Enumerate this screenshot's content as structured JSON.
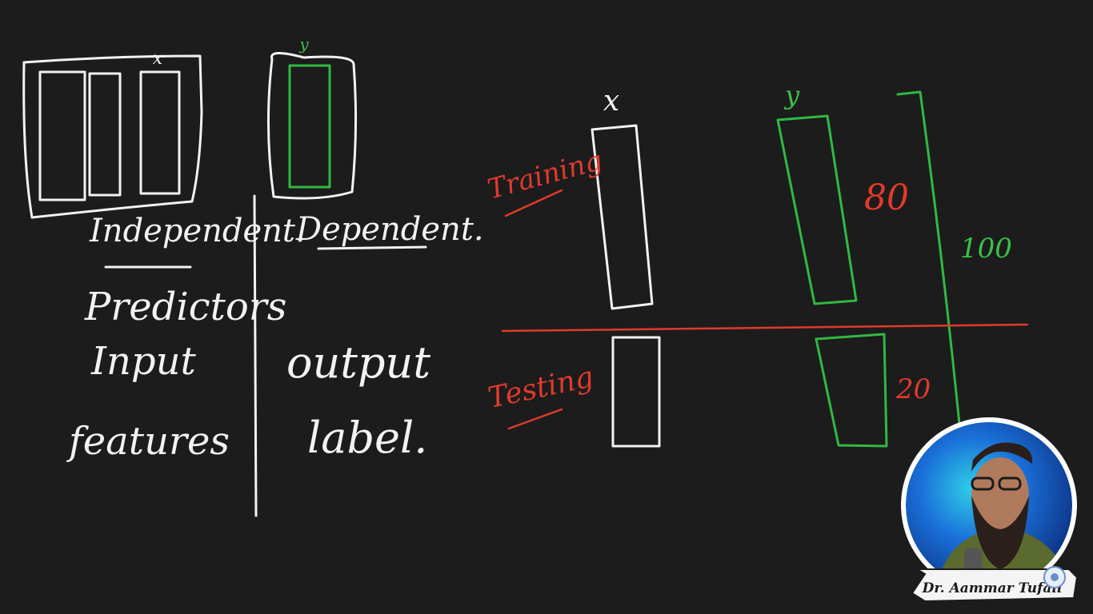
{
  "left_panel": {
    "x_label": "x",
    "y_label": "y",
    "independent_heading": "Independent.",
    "dependent_heading": "Dependent.",
    "independent_terms": [
      "Predictors",
      "Input",
      "features"
    ],
    "dependent_terms": [
      "output",
      "label."
    ]
  },
  "split_diagram": {
    "x_label": "x",
    "y_label": "y",
    "training_label": "Training",
    "testing_label": "Testing",
    "train_percent": "80",
    "test_percent": "20",
    "total_percent": "100"
  },
  "presenter": {
    "name": "Dr. Aammar Tufail"
  },
  "colors": {
    "background": "#1c1c1c",
    "chalk_white": "#f2f2f2",
    "chalk_red": "#e03a2c",
    "chalk_green": "#3cc04a"
  },
  "icons": [
    "presenter-avatar",
    "logo-badge-icon"
  ]
}
